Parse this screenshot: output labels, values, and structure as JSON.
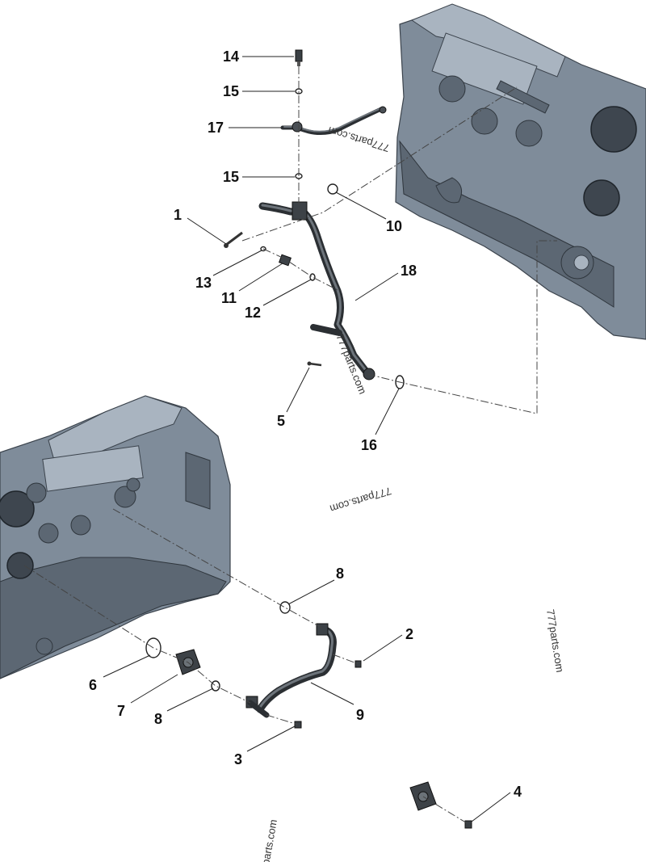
{
  "figure": {
    "type": "exploded-parts-diagram",
    "callouts": [
      {
        "id": "c14",
        "label": "14"
      },
      {
        "id": "c15a",
        "label": "15"
      },
      {
        "id": "c17",
        "label": "17"
      },
      {
        "id": "c15b",
        "label": "15"
      },
      {
        "id": "c1",
        "label": "1"
      },
      {
        "id": "c10",
        "label": "10"
      },
      {
        "id": "c13",
        "label": "13"
      },
      {
        "id": "c11",
        "label": "11"
      },
      {
        "id": "c12",
        "label": "12"
      },
      {
        "id": "c18",
        "label": "18"
      },
      {
        "id": "c5",
        "label": "5"
      },
      {
        "id": "c16",
        "label": "16"
      },
      {
        "id": "c8a",
        "label": "8"
      },
      {
        "id": "c2",
        "label": "2"
      },
      {
        "id": "c6",
        "label": "6"
      },
      {
        "id": "c7",
        "label": "7"
      },
      {
        "id": "c8b",
        "label": "8"
      },
      {
        "id": "c9",
        "label": "9"
      },
      {
        "id": "c3",
        "label": "3"
      },
      {
        "id": "c4",
        "label": "4"
      }
    ],
    "watermarks": [
      "777parts.com",
      "777parts.com",
      "777parts.com",
      "777parts.com",
      "parts.com"
    ]
  }
}
